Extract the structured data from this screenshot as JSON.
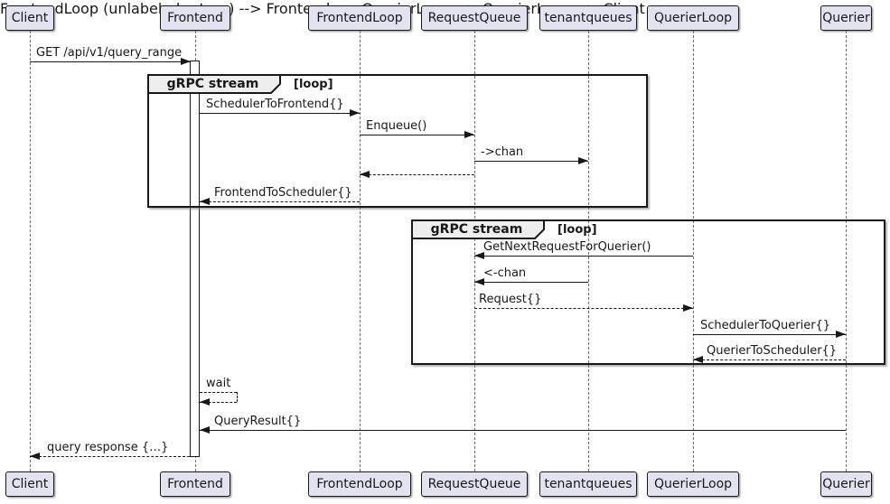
{
  "diagram": {
    "type": "uml-sequence",
    "participants": [
      "Client",
      "Frontend",
      "FrontendLoop",
      "RequestQueue",
      "tenantqueues",
      "QuerierLoop",
      "Querier"
    ],
    "fragments": [
      {
        "title": "gRPC stream",
        "condition": "[loop]"
      },
      {
        "title": "gRPC stream",
        "condition": "[loop]"
      }
    ],
    "messages": [
      {
        "label": "GET /api/v1/query_range",
        "from": "Client",
        "to": "Frontend",
        "line": "solid"
      },
      {
        "label": "SchedulerToFrontend{}",
        "from": "Frontend",
        "to": "FrontendLoop",
        "line": "solid"
      },
      {
        "label": "Enqueue()",
        "from": "FrontendLoop",
        "to": "RequestQueue",
        "line": "solid"
      },
      {
        "label": "->chan",
        "from": "RequestQueue",
        "to": "tenantqueues",
        "line": "solid"
      },
      {
        "label": "",
        "from": "RequestQueue",
        "to": "FrontendLoop",
        "line": "dashed"
      },
      {
        "label": "FrontendToScheduler{}",
        "from": "FrontendLoop",
        "to": "Frontend",
        "line": "dashed"
      },
      {
        "label": "GetNextRequestForQuerier()",
        "from": "QuerierLoop",
        "to": "RequestQueue",
        "line": "solid"
      },
      {
        "label": "<-chan",
        "from": "tenantqueues",
        "to": "RequestQueue",
        "line": "solid"
      },
      {
        "label": "Request{}",
        "from": "RequestQueue",
        "to": "QuerierLoop",
        "line": "dashed"
      },
      {
        "label": "SchedulerToQuerier{}",
        "from": "QuerierLoop",
        "to": "Querier",
        "line": "solid"
      },
      {
        "label": "QuerierToScheduler{}",
        "from": "Querier",
        "to": "QuerierLoop",
        "line": "dashed"
      },
      {
        "label": "wait",
        "from": "Frontend",
        "to": "Frontend",
        "line": "dashed"
      },
      {
        "label": "QueryResult{}",
        "from": "Querier",
        "to": "Frontend",
        "line": "solid"
      },
      {
        "label": "query response {…}",
        "from": "Frontend",
        "to": "Client",
        "line": "dashed"
      }
    ],
    "colors": {
      "participant_fill": "#E2E2F0",
      "border": "#181818",
      "fragment_tab_fill": "#EEEEEE",
      "background": "#FFFFFF"
    }
  }
}
